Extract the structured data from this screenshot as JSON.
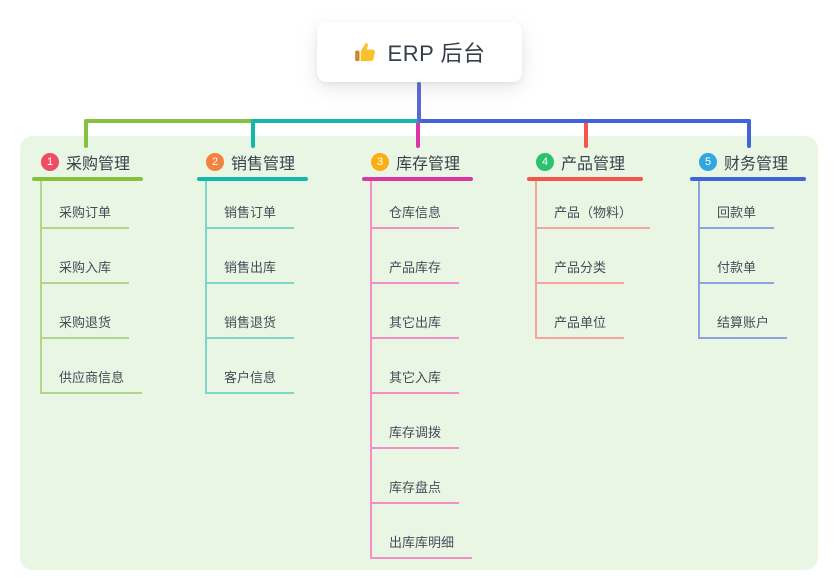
{
  "root": {
    "title": "ERP 后台",
    "icon": "thumbs-up"
  },
  "colors": {
    "panel_bg": "#e9f6e3",
    "trunk": "#5b68d8",
    "root_title_text": "#373e4b",
    "branch_label_text": "#3a414e",
    "child_label_text": "#454c58",
    "thumb_hand": "#fbc02d",
    "thumb_cuff": "#c98a2e"
  },
  "branches": [
    {
      "num": "1",
      "label": "采购管理",
      "badge_color": "#ee4d64",
      "line_color": "#84c141",
      "child_line_color": "#b2d78c",
      "children": [
        "采购订单",
        "采购入库",
        "采购退货",
        "供应商信息"
      ]
    },
    {
      "num": "2",
      "label": "销售管理",
      "badge_color": "#f5813f",
      "line_color": "#13b8ab",
      "child_line_color": "#7ed5c9",
      "children": [
        "销售订单",
        "销售出库",
        "销售退货",
        "客户信息"
      ]
    },
    {
      "num": "3",
      "label": "库存管理",
      "badge_color": "#fcae16",
      "line_color": "#da37a4",
      "child_line_color": "#f08fc8",
      "children": [
        "仓库信息",
        "产品库存",
        "其它出库",
        "其它入库",
        "库存调拨",
        "库存盘点",
        "出库库明细"
      ]
    },
    {
      "num": "4",
      "label": "产品管理",
      "badge_color": "#2cc16d",
      "line_color": "#f4564d",
      "child_line_color": "#f8a49e",
      "children": [
        "产品（物料）",
        "产品分类",
        "产品单位"
      ]
    },
    {
      "num": "5",
      "label": "财务管理",
      "badge_color": "#2fa8e0",
      "line_color": "#4065d8",
      "child_line_color": "#90a2dc",
      "children": [
        "回款单",
        "付款单",
        "结算账户"
      ]
    }
  ]
}
